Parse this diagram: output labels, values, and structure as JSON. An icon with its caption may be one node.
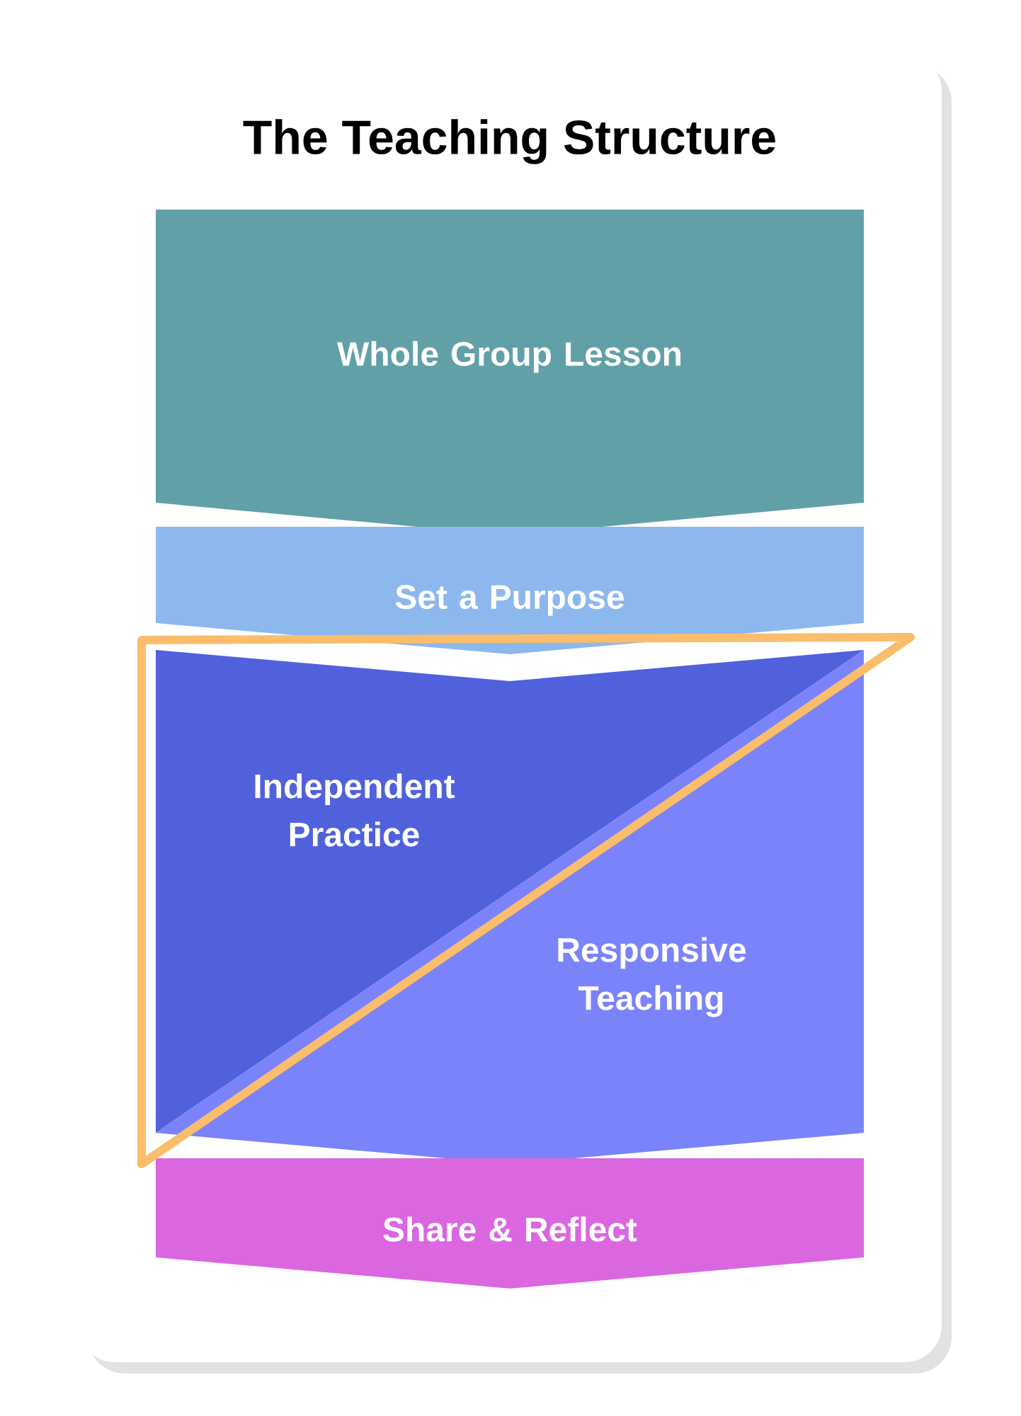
{
  "diagram": {
    "title": "The Teaching Structure",
    "nodes": [
      {
        "text": [
          "Whole Group Lesson"
        ]
      },
      {
        "text": [
          "Set a Purpose"
        ]
      },
      {
        "text": [
          "Independent Practice"
        ]
      },
      {
        "text": [
          "Responsive Teaching"
        ]
      },
      {
        "text": [
          "Share & Reflect"
        ]
      }
    ]
  }
}
